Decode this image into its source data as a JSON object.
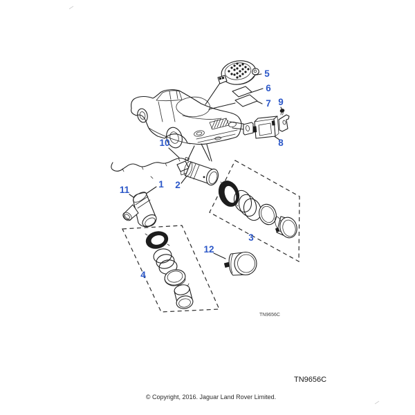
{
  "page": {
    "background_color": "#ffffff",
    "line_color": "#1f1f1f",
    "callout_color": "#2b57c8"
  },
  "diagram": {
    "drawing_code_inline": "TN9656C",
    "drawing_code": "TN9656C",
    "copyright": "© Copyright, 2016. Jaguar Land Rover Limited.",
    "callouts": [
      {
        "label": "1"
      },
      {
        "label": "2"
      },
      {
        "label": "3"
      },
      {
        "label": "4"
      },
      {
        "label": "5"
      },
      {
        "label": "6"
      },
      {
        "label": "7"
      },
      {
        "label": "8"
      },
      {
        "label": "9"
      },
      {
        "label": "10"
      },
      {
        "label": "11"
      },
      {
        "label": "12"
      }
    ]
  }
}
